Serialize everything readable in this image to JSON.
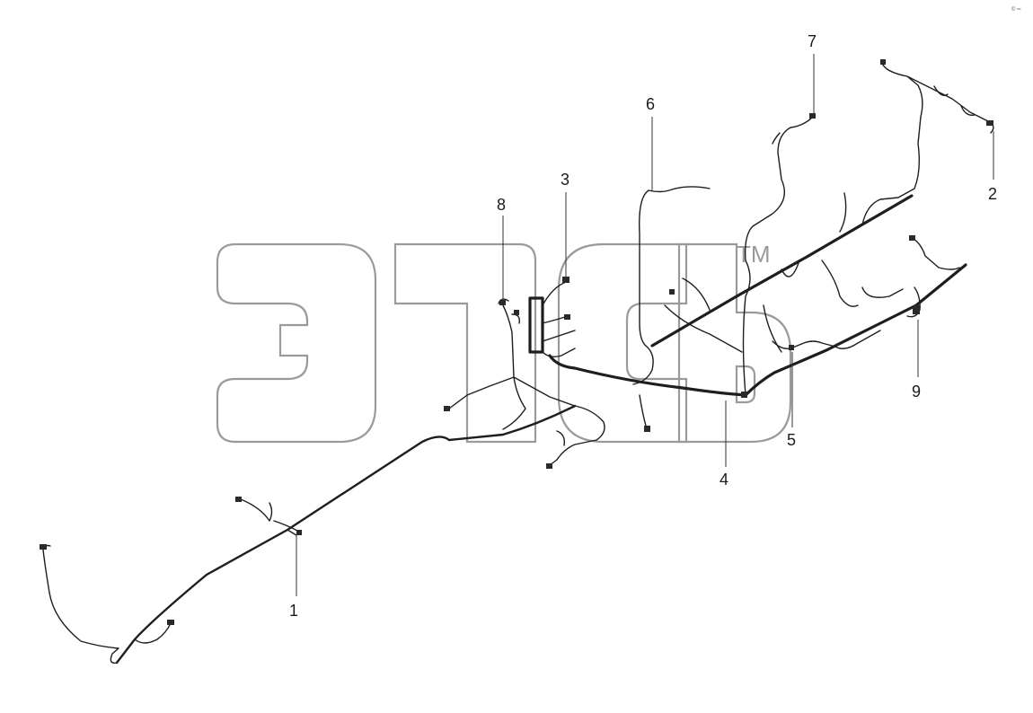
{
  "watermark": {
    "letters": "ЭТСБ",
    "trademark": "TM"
  },
  "corner_mark": "© ═",
  "callouts": [
    {
      "label": "1"
    },
    {
      "label": "2"
    },
    {
      "label": "3"
    },
    {
      "label": "4"
    },
    {
      "label": "5"
    },
    {
      "label": "6"
    },
    {
      "label": "7"
    },
    {
      "label": "8"
    },
    {
      "label": "9"
    }
  ],
  "colors": {
    "line": "#1e1e1e",
    "watermark": "#9a9a9a",
    "background": "#ffffff"
  }
}
